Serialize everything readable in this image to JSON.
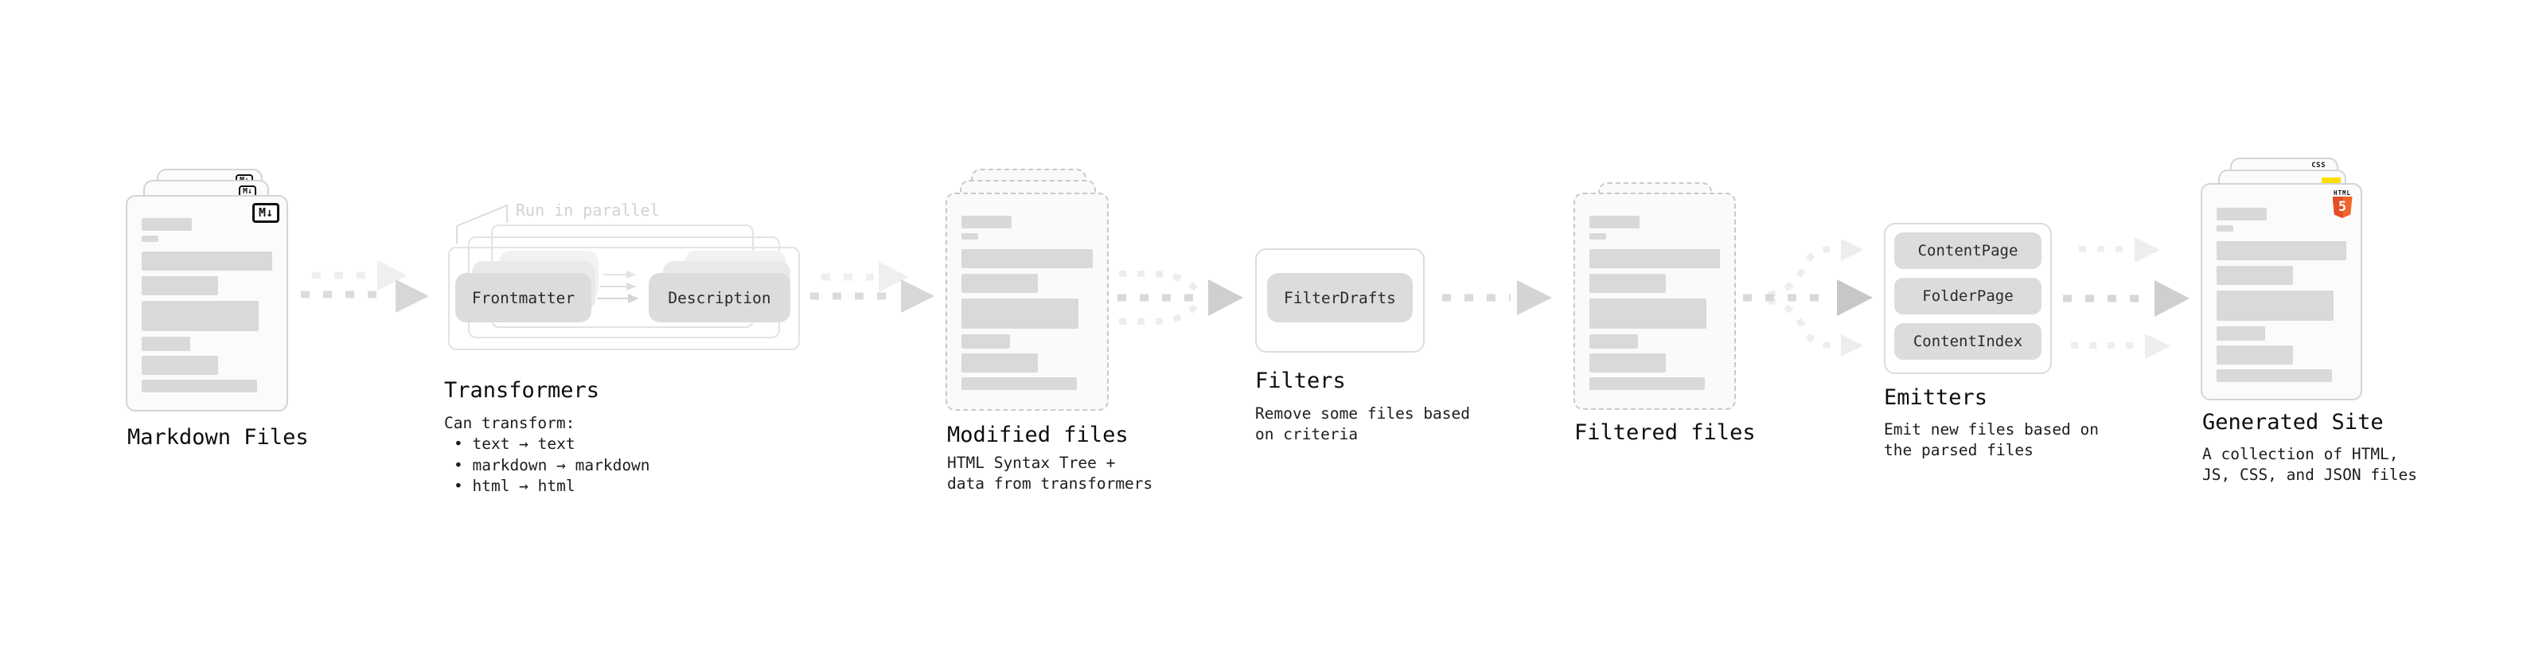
{
  "markdown_files": {
    "label": "Markdown Files",
    "badge": "M↓"
  },
  "transformers": {
    "note": "Run in parallel",
    "pill_left": "Frontmatter",
    "pill_right": "Description",
    "label": "Transformers",
    "desc_title": "Can transform:",
    "bullets": [
      "• text → text",
      "• markdown → markdown",
      "• html → html"
    ]
  },
  "modified_files": {
    "label": "Modified files",
    "desc": "HTML Syntax Tree +\ndata from transformers"
  },
  "filters": {
    "pill": "FilterDrafts",
    "label": "Filters",
    "desc": "Remove some files based\non criteria"
  },
  "filtered_files": {
    "label": "Filtered files"
  },
  "emitters": {
    "pills": [
      "ContentPage",
      "FolderPage",
      "ContentIndex"
    ],
    "label": "Emitters",
    "desc": "Emit new files based on\nthe parsed files"
  },
  "generated_site": {
    "label": "Generated Site",
    "desc": "A collection of HTML,\nJS, CSS, and JSON files",
    "css_badge": "CSS",
    "html_label": "HTML",
    "html_number": "5"
  }
}
